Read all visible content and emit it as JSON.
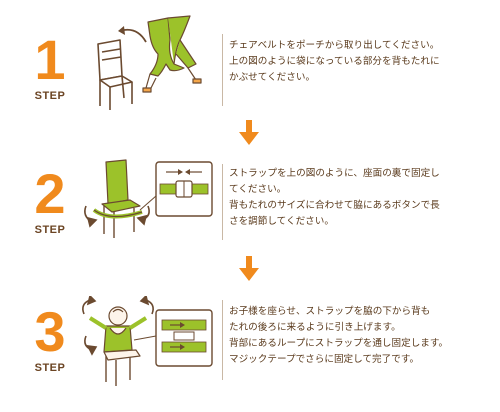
{
  "colors": {
    "accent_orange": "#f08a1d",
    "belt_green": "#9cc22a",
    "text_brown": "#5a3a1c",
    "chair_line": "#6b4a30"
  },
  "steps": [
    {
      "number": "1",
      "label": "STEP",
      "lines": [
        "チェアベルトをポーチから取り出してください。",
        "上の図のように袋になっている部分を背もたれに",
        "かぶせてください。"
      ]
    },
    {
      "number": "2",
      "label": "STEP",
      "lines": [
        "ストラップを上の図のように、座面の裏で固定し",
        "てください。",
        "背もたれのサイズに合わせて脇にあるボタンで長",
        "さを調節してください。"
      ]
    },
    {
      "number": "3",
      "label": "STEP",
      "lines": [
        "お子様を座らせ、ストラップを脇の下から背も",
        "たれの後ろに来るように引き上げます。",
        "背部にあるループにストラップを通し固定します。",
        "マジックテープでさらに固定して完了です。"
      ]
    }
  ],
  "icons": [
    "chair-icon",
    "chair-belt-icon",
    "curved-arrow-icon",
    "down-arrow-icon",
    "buckle-detail-icon",
    "velcro-detail-icon",
    "child-seated-icon"
  ]
}
